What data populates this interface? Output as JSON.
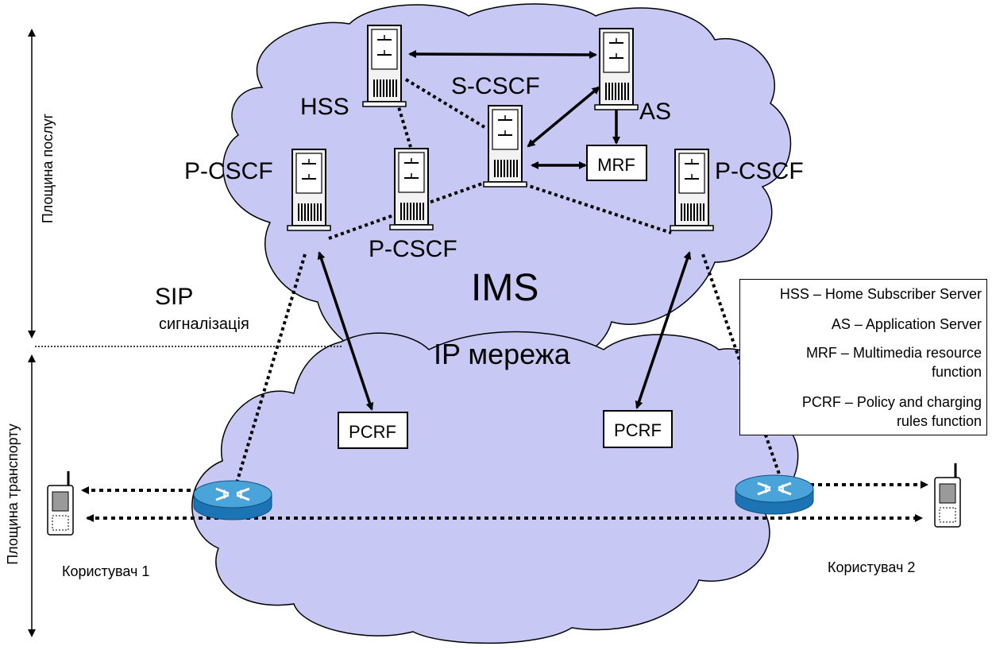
{
  "labels": {
    "hss": "HSS",
    "s_cscf": "S-CSCF",
    "as": "AS",
    "mrf": "MRF",
    "p_cscf_left": "P-CSCF",
    "p_cscf_middle": "P-CSCF",
    "p_cscf_right": "P-CSCF",
    "ims": "IMS",
    "ip_network": "IP мережа",
    "pcrf_left": "PCRF",
    "pcrf_right": "PCRF",
    "sip": "SIP",
    "signaling": "сигналізація",
    "service_plane": "Площина послуг",
    "transport_plane": "Площина транспорту",
    "user1": "Користувач 1",
    "user2": "Користувач 2"
  },
  "legend": [
    {
      "line1": "HSS – Home Subscriber Server",
      "line2": ""
    },
    {
      "line1": "AS – Application Server",
      "line2": ""
    },
    {
      "line1": "MRF – Multimedia resource",
      "line2": "function"
    },
    {
      "line1": "PCRF – Policy and charging",
      "line2": "rules function"
    }
  ],
  "colors": {
    "cloud": "#c8c8f4",
    "server_body": "#f2f2f2",
    "router_top": "#4aa3d9",
    "router_side": "#1d74b4"
  }
}
